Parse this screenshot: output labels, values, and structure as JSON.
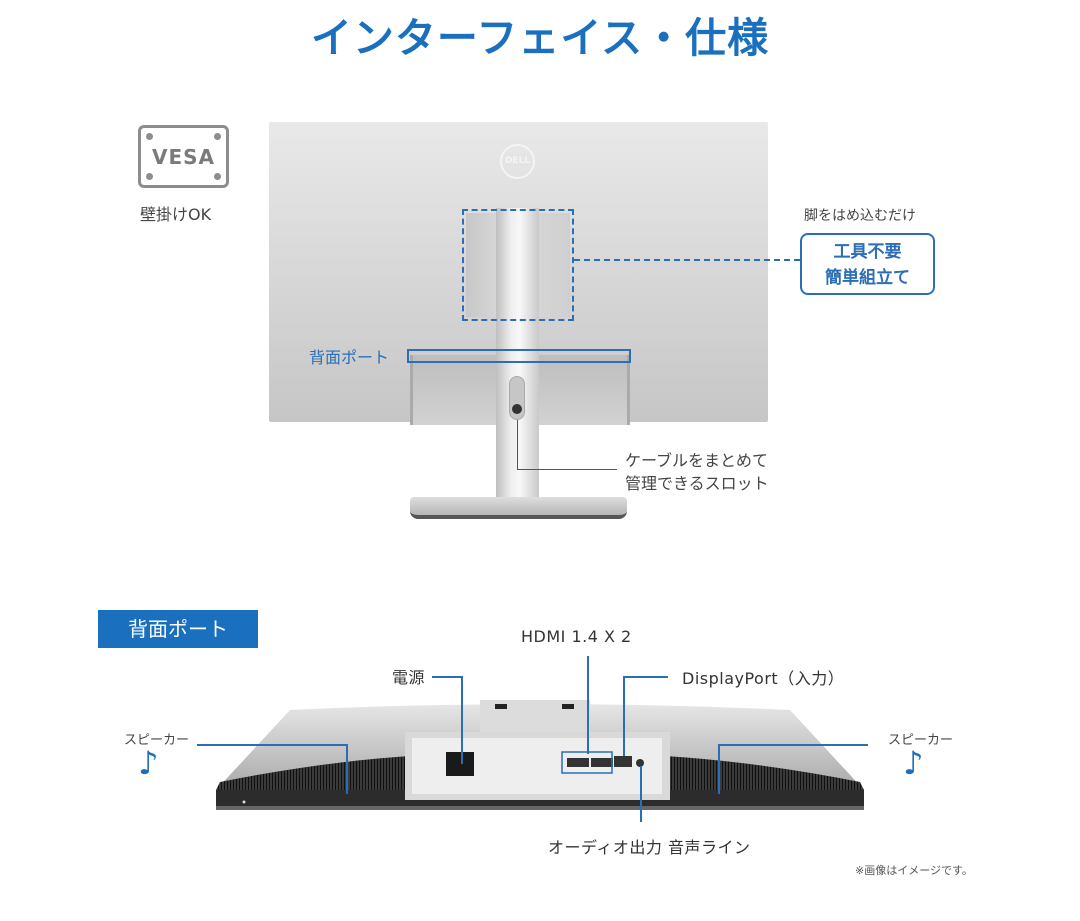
{
  "title": "インターフェイス・仕様",
  "vesa": {
    "badge_text": "VESA",
    "caption": "壁掛けOK"
  },
  "rear_view": {
    "logo": "DELL",
    "ports_label": "背面ポート",
    "leg_caption": "脚をはめ込むだけ",
    "leg_box_lines": [
      "工具不要",
      "簡単組立て"
    ],
    "cable_slot_lines": [
      "ケーブルをまとめて",
      "管理できるスロット"
    ]
  },
  "ports_section": {
    "badge": "背面ポート",
    "labels": {
      "power": "電源",
      "hdmi": "HDMI 1.4 X 2",
      "displayport": "DisplayPort（入力）",
      "audio": "オーディオ出力 音声ライン",
      "speaker_left": "スピーカー",
      "speaker_right": "スピーカー"
    },
    "icons": {
      "speaker_left": "music-note-icon",
      "speaker_right": "music-note-icon"
    }
  },
  "footnote": "※画像はイメージです。",
  "colors": {
    "accent": "#1a6fbf",
    "callout": "#2c6eb6",
    "text": "#333333"
  }
}
